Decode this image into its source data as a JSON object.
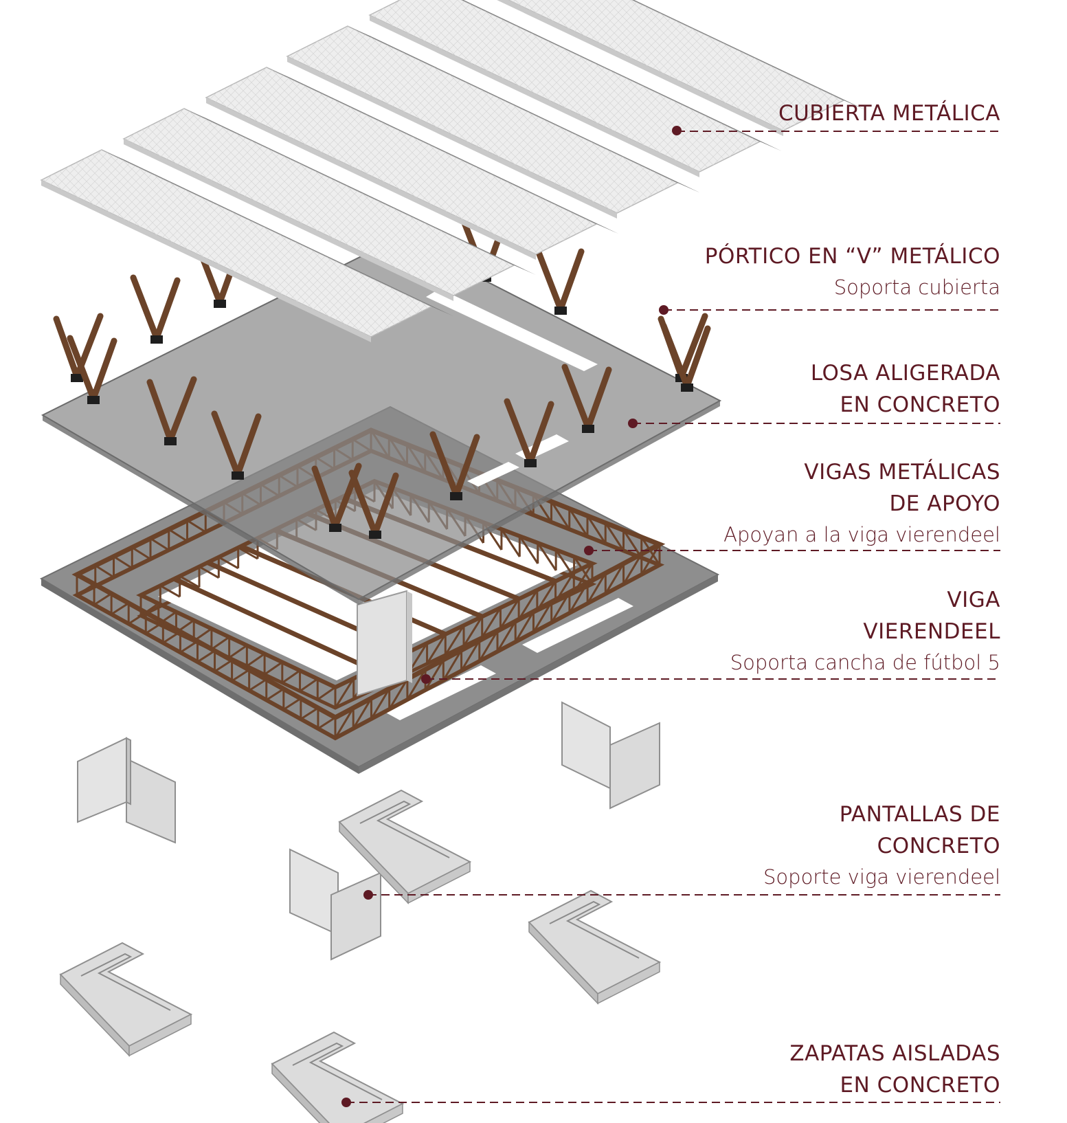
{
  "colors": {
    "accent": "#5e1a24",
    "slab": "#8e8e8e",
    "wood": "#6b4329",
    "concrete": "#dcdcdc",
    "roof": "#eeeeee",
    "roof_fold": "#7b7b7b"
  },
  "labels": [
    {
      "id": "cubierta",
      "title": [
        "CUBIERTA METÁLICA"
      ],
      "subtitle": ""
    },
    {
      "id": "portico",
      "title": [
        "PÓRTICO EN “V” METÁLICO"
      ],
      "subtitle": "Soporta cubierta"
    },
    {
      "id": "losa",
      "title": [
        "LOSA ALIGERADA",
        "EN CONCRETO"
      ],
      "subtitle": ""
    },
    {
      "id": "vigas",
      "title": [
        "VIGAS METÁLICAS",
        "DE APOYO"
      ],
      "subtitle": "Apoyan a la viga vierendeel"
    },
    {
      "id": "vierendeel",
      "title": [
        "VIGA",
        "VIERENDEEL"
      ],
      "subtitle": "Soporta cancha de fútbol 5"
    },
    {
      "id": "pantallas",
      "title": [
        "PANTALLAS DE",
        "CONCRETO"
      ],
      "subtitle": "Soporte viga vierendeel"
    },
    {
      "id": "zapatas",
      "title": [
        "ZAPATAS AISLADAS",
        "EN CONCRETO"
      ],
      "subtitle": ""
    }
  ]
}
